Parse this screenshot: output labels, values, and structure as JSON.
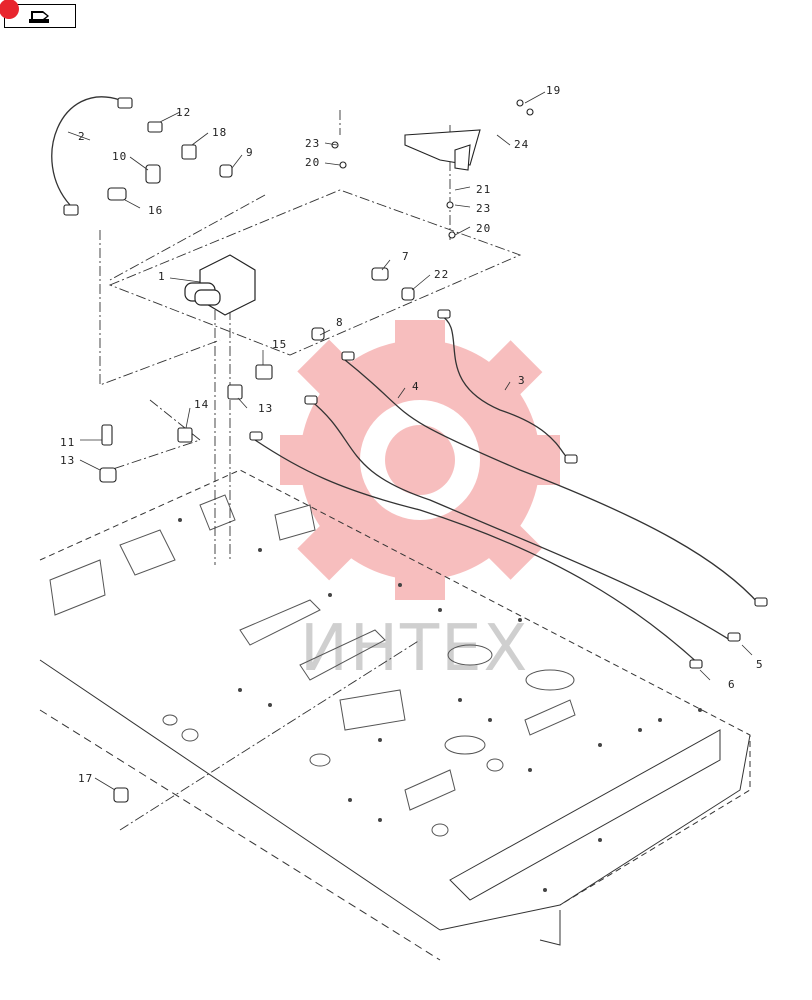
{
  "nav": {
    "icon": "return-arrow-icon"
  },
  "watermark": {
    "text": "ИНТЕХ",
    "color": "#f28a8a"
  },
  "callouts": [
    {
      "id": "c1",
      "label": "1"
    },
    {
      "id": "c2",
      "label": "2"
    },
    {
      "id": "c3",
      "label": "3"
    },
    {
      "id": "c4",
      "label": "4"
    },
    {
      "id": "c5",
      "label": "5"
    },
    {
      "id": "c6",
      "label": "6"
    },
    {
      "id": "c7",
      "label": "7"
    },
    {
      "id": "c8",
      "label": "8"
    },
    {
      "id": "c9",
      "label": "9"
    },
    {
      "id": "c10",
      "label": "10"
    },
    {
      "id": "c11",
      "label": "11"
    },
    {
      "id": "c12",
      "label": "12"
    },
    {
      "id": "c13a",
      "label": "13"
    },
    {
      "id": "c13b",
      "label": "13"
    },
    {
      "id": "c14",
      "label": "14"
    },
    {
      "id": "c15",
      "label": "15"
    },
    {
      "id": "c16",
      "label": "16"
    },
    {
      "id": "c17",
      "label": "17"
    },
    {
      "id": "c18",
      "label": "18"
    },
    {
      "id": "c19",
      "label": "19"
    },
    {
      "id": "c20a",
      "label": "20"
    },
    {
      "id": "c20b",
      "label": "20"
    },
    {
      "id": "c21",
      "label": "21"
    },
    {
      "id": "c22",
      "label": "22"
    },
    {
      "id": "c23a",
      "label": "23"
    },
    {
      "id": "c23b",
      "label": "23"
    },
    {
      "id": "c24",
      "label": "24"
    }
  ]
}
